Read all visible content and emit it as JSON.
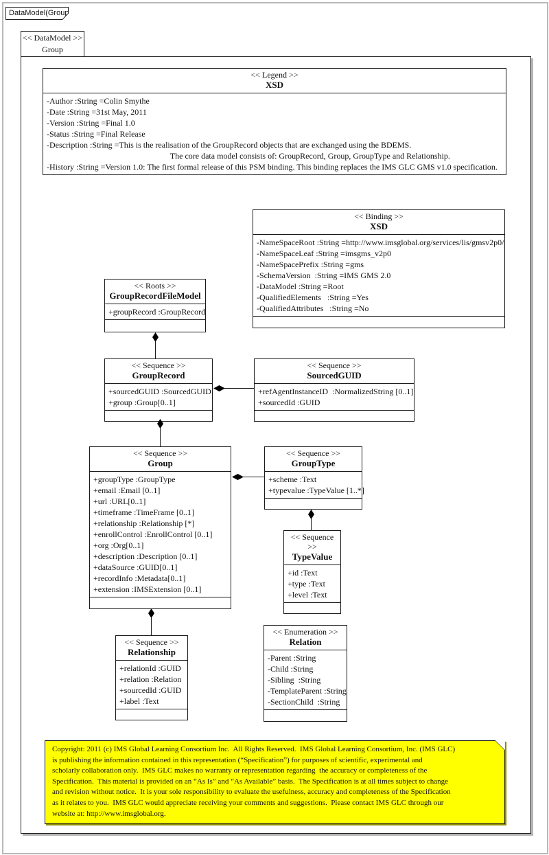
{
  "frame": {
    "tab_label": "DataModel(Group)",
    "stereotype": "<< DataModel >>",
    "name": "Group"
  },
  "classes": {
    "legend": {
      "stereotype": "<< Legend >>",
      "name": "XSD",
      "attributes": [
        "-Author :String =Colin Smythe",
        "-Date :String =31st May, 2011",
        "-Version :String =Final 1.0",
        "-Status :String =Final Release",
        "-Description :String =This is the realisation of the GroupRecord objects that are exchanged using the BDEMS.",
        "                                                            The core data model consists of: GroupRecord, Group, GroupType and Relationship.",
        "-History :String =Version 1.0: The first formal release of this PSM binding. This binding replaces the IMS GLC GMS v1.0 specification."
      ]
    },
    "binding": {
      "stereotype": "<< Binding >>",
      "name": "XSD",
      "attributes": [
        "-NameSpaceRoot :String =http://www.imsglobal.org/services/lis/gmsv2p0/",
        "-NameSpaceLeaf :String =imsgms_v2p0",
        "-NameSpacePrefix :String =gms",
        "-SchemaVersion  :String =IMS GMS 2.0",
        "-DataModel :String =Root",
        "-QualifiedElements   :String =Yes",
        "-QualifiedAttributes   :String =No"
      ]
    },
    "roots": {
      "stereotype": "<< Roots >>",
      "name": "GroupRecordFileModel",
      "attributes": [
        "+groupRecord :GroupRecord"
      ]
    },
    "group_record": {
      "stereotype": "<< Sequence >>",
      "name": "GroupRecord",
      "attributes": [
        "+sourcedGUID :SourcedGUID",
        "+group :Group[0..1]"
      ]
    },
    "sourced_guid": {
      "stereotype": "<< Sequence >>",
      "name": "SourcedGUID",
      "attributes": [
        "+refAgentInstanceID  :NormalizedString [0..1]",
        "+sourcedId :GUID"
      ]
    },
    "group": {
      "stereotype": "<< Sequence >>",
      "name": "Group",
      "attributes": [
        "+groupType :GroupType",
        "+email :Email [0..1]",
        "+url :URL[0..1]",
        "+timeframe :TimeFrame [0..1]",
        "+relationship :Relationship [*]",
        "+enrollControl :EnrollControl [0..1]",
        "+org :Org[0..1]",
        "+description :Description [0..1]",
        "+dataSource :GUID[0..1]",
        "+recordInfo :Metadata[0..1]",
        "+extension :IMSExtension [0..1]"
      ]
    },
    "group_type": {
      "stereotype": "<< Sequence >>",
      "name": "GroupType",
      "attributes": [
        "+scheme :Text",
        "+typevalue :TypeValue [1..*]"
      ]
    },
    "type_value": {
      "stereotype": "<< Sequence >>",
      "name": "TypeValue",
      "attributes": [
        "+id :Text",
        "+type :Text",
        "+level :Text"
      ]
    },
    "relationship": {
      "stereotype": "<< Sequence >>",
      "name": "Relationship",
      "attributes": [
        "+relationId :GUID",
        "+relation :Relation",
        "+sourcedId :GUID",
        "+label :Text"
      ]
    },
    "relation": {
      "stereotype": "<< Enumeration >>",
      "name": "Relation",
      "attributes": [
        "-Parent :String",
        "-Child :String",
        "-Sibling  :String",
        "-TemplateParent :String",
        "-SectionChild  :String"
      ]
    }
  },
  "note": {
    "lines": [
      "Copyright: 2011 (c) IMS Global Learning Consortium Inc.  All Rights Reserved.  IMS Global Learning Consortium, Inc. (IMS GLC)",
      "is publishing the information contained in this representation (“Specification”) for purposes of scientific, experimental and",
      "scholarly collaboration only.  IMS GLC makes no warranty or representation regarding  the accuracy or completeness of the",
      "Specification.  This material is provided on an “As Is” and “As Available” basis.  The Specification is at all times subject to change",
      "and revision without notice.  It is your sole responsibility to evaluate the usefulness, accuracy and completeness of the Specification",
      "as it relates to you.  IMS GLC would appreciate receiving your comments and suggestions.  Please contact IMS GLC through our",
      "website at: http://www.imsglobal.org."
    ]
  },
  "colors": {
    "note_bg": "#ffff00",
    "line": "#1a1a1a"
  }
}
